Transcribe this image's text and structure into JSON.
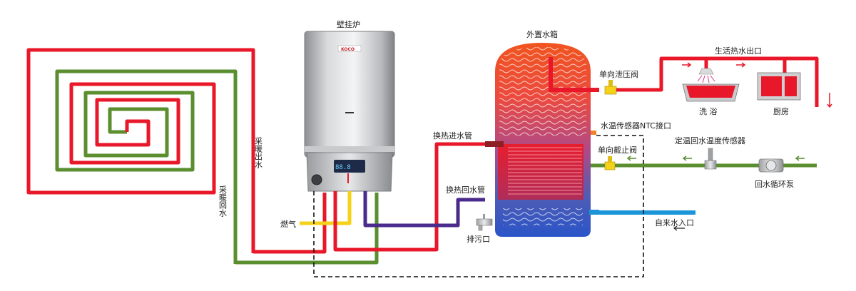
{
  "labels": {
    "boiler": "壁挂炉",
    "tank": "外置水箱",
    "heating_supply": "采暖出水",
    "heating_return": "采暖回水",
    "gas": "燃气",
    "hx_in": "换热进水管",
    "hx_return": "换热回水管",
    "drain": "排污口",
    "relief_valve": "单向泄压阀",
    "ntc_port": "水温传感器NTC接口",
    "check_valve": "单向截止阀",
    "dhw_outlet": "生活热水出口",
    "bath": "洗 浴",
    "kitchen": "厨房",
    "sensor": "定温回水温度传感器",
    "pump": "回水循环泵",
    "inlet": "自来水入口"
  },
  "boiler": {
    "brand": "KOCO",
    "display": "88.8"
  },
  "colors": {
    "hot": "#e8182a",
    "return": "#5a8e2f",
    "gas": "#f4d21a",
    "hx_return": "#4a2b8c",
    "cold": "#1b95d8",
    "wire": "#111111"
  }
}
